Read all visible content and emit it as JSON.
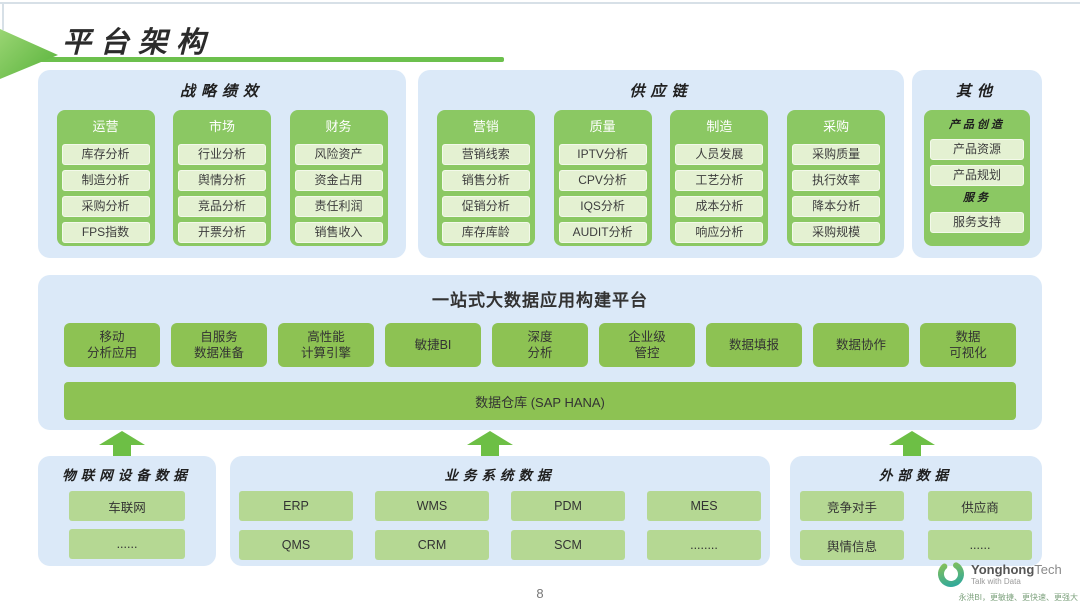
{
  "colors": {
    "accent_green": "#6cc04d",
    "panel_blue": "#dbe9f8",
    "column_green": "#8bc863",
    "module_green": "#8dc253",
    "pale_item_green": "#e4f1d2",
    "source_item_green": "#b5d893"
  },
  "header": {
    "title": "平台架构"
  },
  "top_panels": [
    {
      "title": "战略绩效",
      "columns": [
        {
          "header": "运营",
          "items": [
            "库存分析",
            "制造分析",
            "采购分析",
            "FPS指数"
          ]
        },
        {
          "header": "市场",
          "items": [
            "行业分析",
            "舆情分析",
            "竞品分析",
            "开票分析"
          ]
        },
        {
          "header": "财务",
          "items": [
            "风险资产",
            "资金占用",
            "责任利润",
            "销售收入"
          ]
        }
      ]
    },
    {
      "title": "供应链",
      "columns": [
        {
          "header": "营销",
          "items": [
            "营销线索",
            "销售分析",
            "促销分析",
            "库存库龄"
          ]
        },
        {
          "header": "质量",
          "items": [
            "IPTV分析",
            "CPV分析",
            "IQS分析",
            "AUDIT分析"
          ]
        },
        {
          "header": "制造",
          "items": [
            "人员发展",
            "工艺分析",
            "成本分析",
            "响应分析"
          ]
        },
        {
          "header": "采购",
          "items": [
            "采购质量",
            "执行效率",
            "降本分析",
            "采购规模"
          ]
        }
      ]
    },
    {
      "title": "其他",
      "product_column": {
        "header": "产品创造",
        "items": [
          "产品资源",
          "产品规划"
        ],
        "subheader": "服务",
        "subitems": [
          "服务支持"
        ]
      }
    }
  ],
  "platform": {
    "title": "一站式大数据应用构建平台",
    "modules": [
      "移动\n分析应用",
      "自服务\n数据准备",
      "高性能\n计算引擎",
      "敏捷BI",
      "深度\n分析",
      "企业级\n管控",
      "数据填报",
      "数据协作",
      "数据\n可视化"
    ],
    "warehouse": "数据仓库 (SAP HANA)"
  },
  "sources": [
    {
      "title": "物联网设备数据",
      "items": [
        "车联网",
        "......"
      ]
    },
    {
      "title": "业务系统数据",
      "items": [
        "ERP",
        "WMS",
        "PDM",
        "MES",
        "QMS",
        "CRM",
        "SCM",
        "........"
      ]
    },
    {
      "title": "外部数据",
      "items": [
        "竞争对手",
        "供应商",
        "舆情信息",
        "......"
      ]
    }
  ],
  "footer": {
    "page_number": "8"
  },
  "logo": {
    "brand": "Yonghong",
    "brand_suffix": "Tech",
    "subtitle": "Talk with Data",
    "tagline": "永洪BI，更敏捷、更快速、更强大"
  }
}
